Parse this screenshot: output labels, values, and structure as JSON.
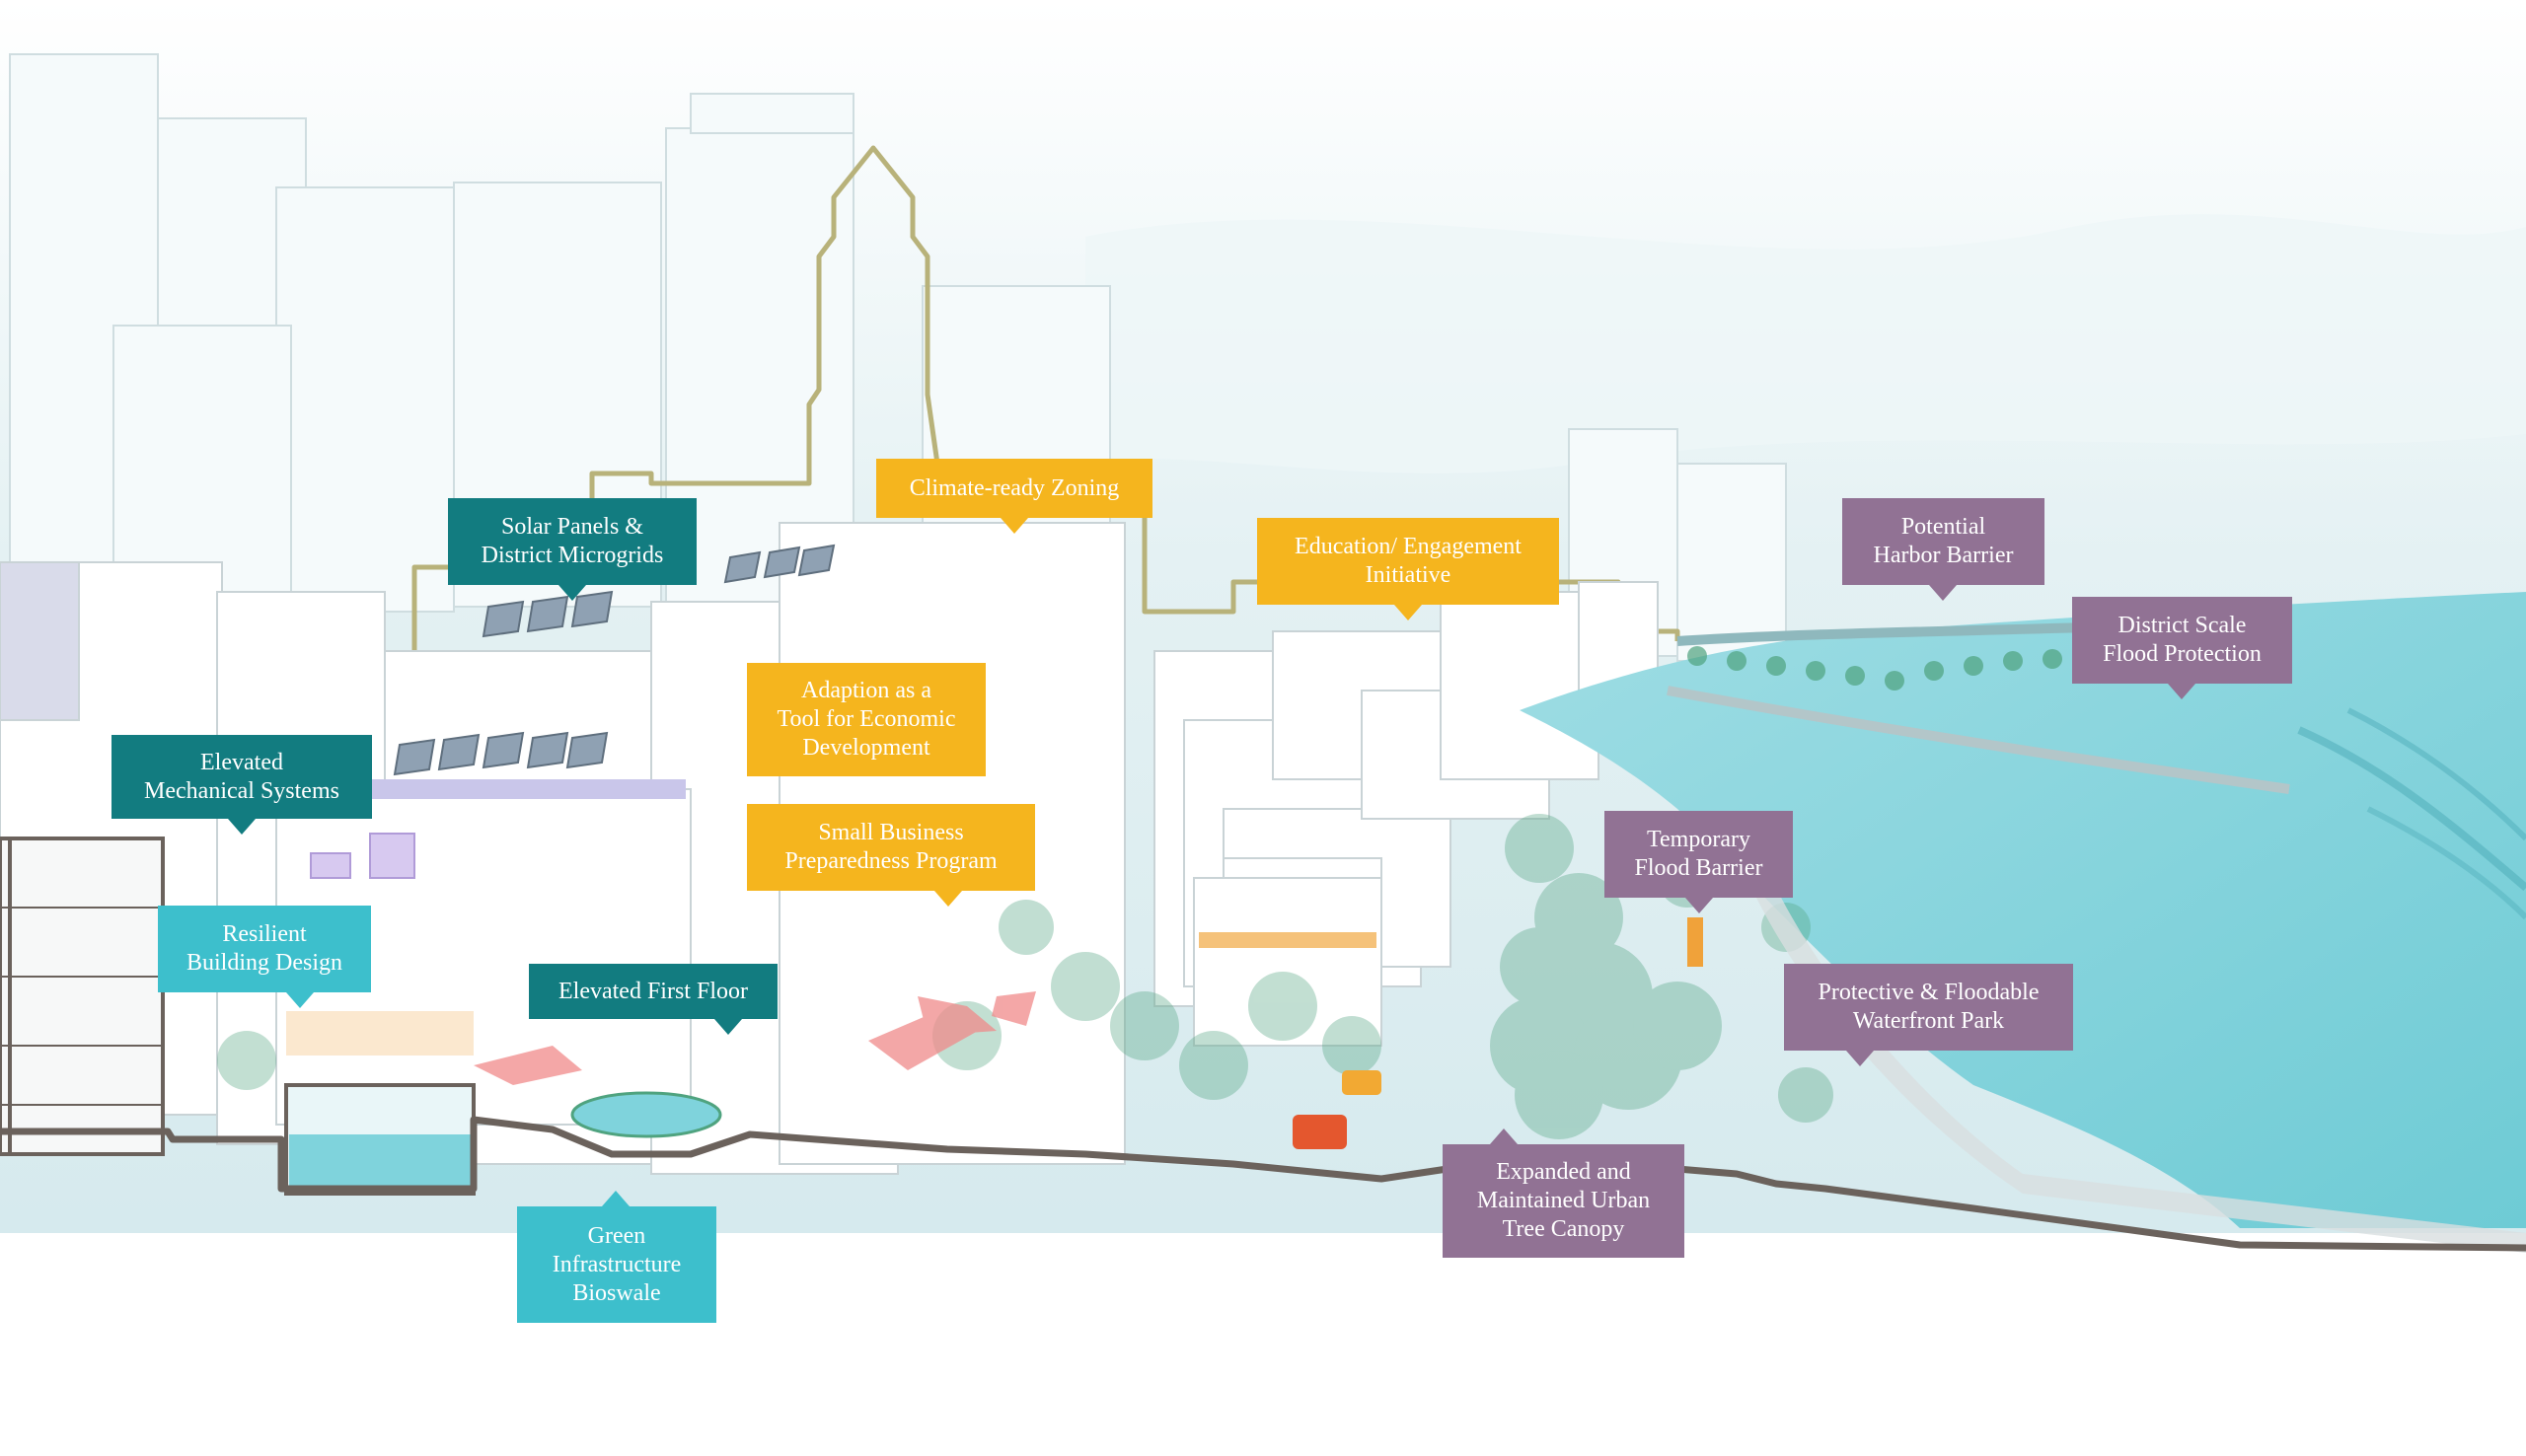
{
  "colors": {
    "dark_teal": "#127c80",
    "light_teal": "#3dbfcc",
    "yellow": "#f5b51e",
    "purple": "#917294",
    "water": "#7fd3dc",
    "ground_line": "#6b625c",
    "zoning_line": "#b8b27a",
    "building_stroke": "#c9d3d6",
    "sky": "#e6f2f4"
  },
  "labels": {
    "solar_panels": "Solar Panels &\nDistrict Microgrids",
    "climate_zoning": "Climate-ready Zoning",
    "education": "Education/ Engagement\nInitiative",
    "harbor_barrier": "Potential\nHarbor Barrier",
    "district_flood": "District Scale\nFlood Protection",
    "adaption": "Adaption as a\nTool for Economic\nDevelopment",
    "elevated_mech": "Elevated\nMechanical Systems",
    "small_business": "Small Business\nPreparedness Program",
    "temporary_barrier": "Temporary\nFlood Barrier",
    "resilient_building": "Resilient\nBuilding Design",
    "elevated_floor": "Elevated First Floor",
    "protective_park": "Protective & Floodable\nWaterfront Park",
    "urban_canopy": "Expanded and\nMaintained Urban\nTree Canopy",
    "green_infra": "Green\nInfrastructure\nBioswale"
  }
}
